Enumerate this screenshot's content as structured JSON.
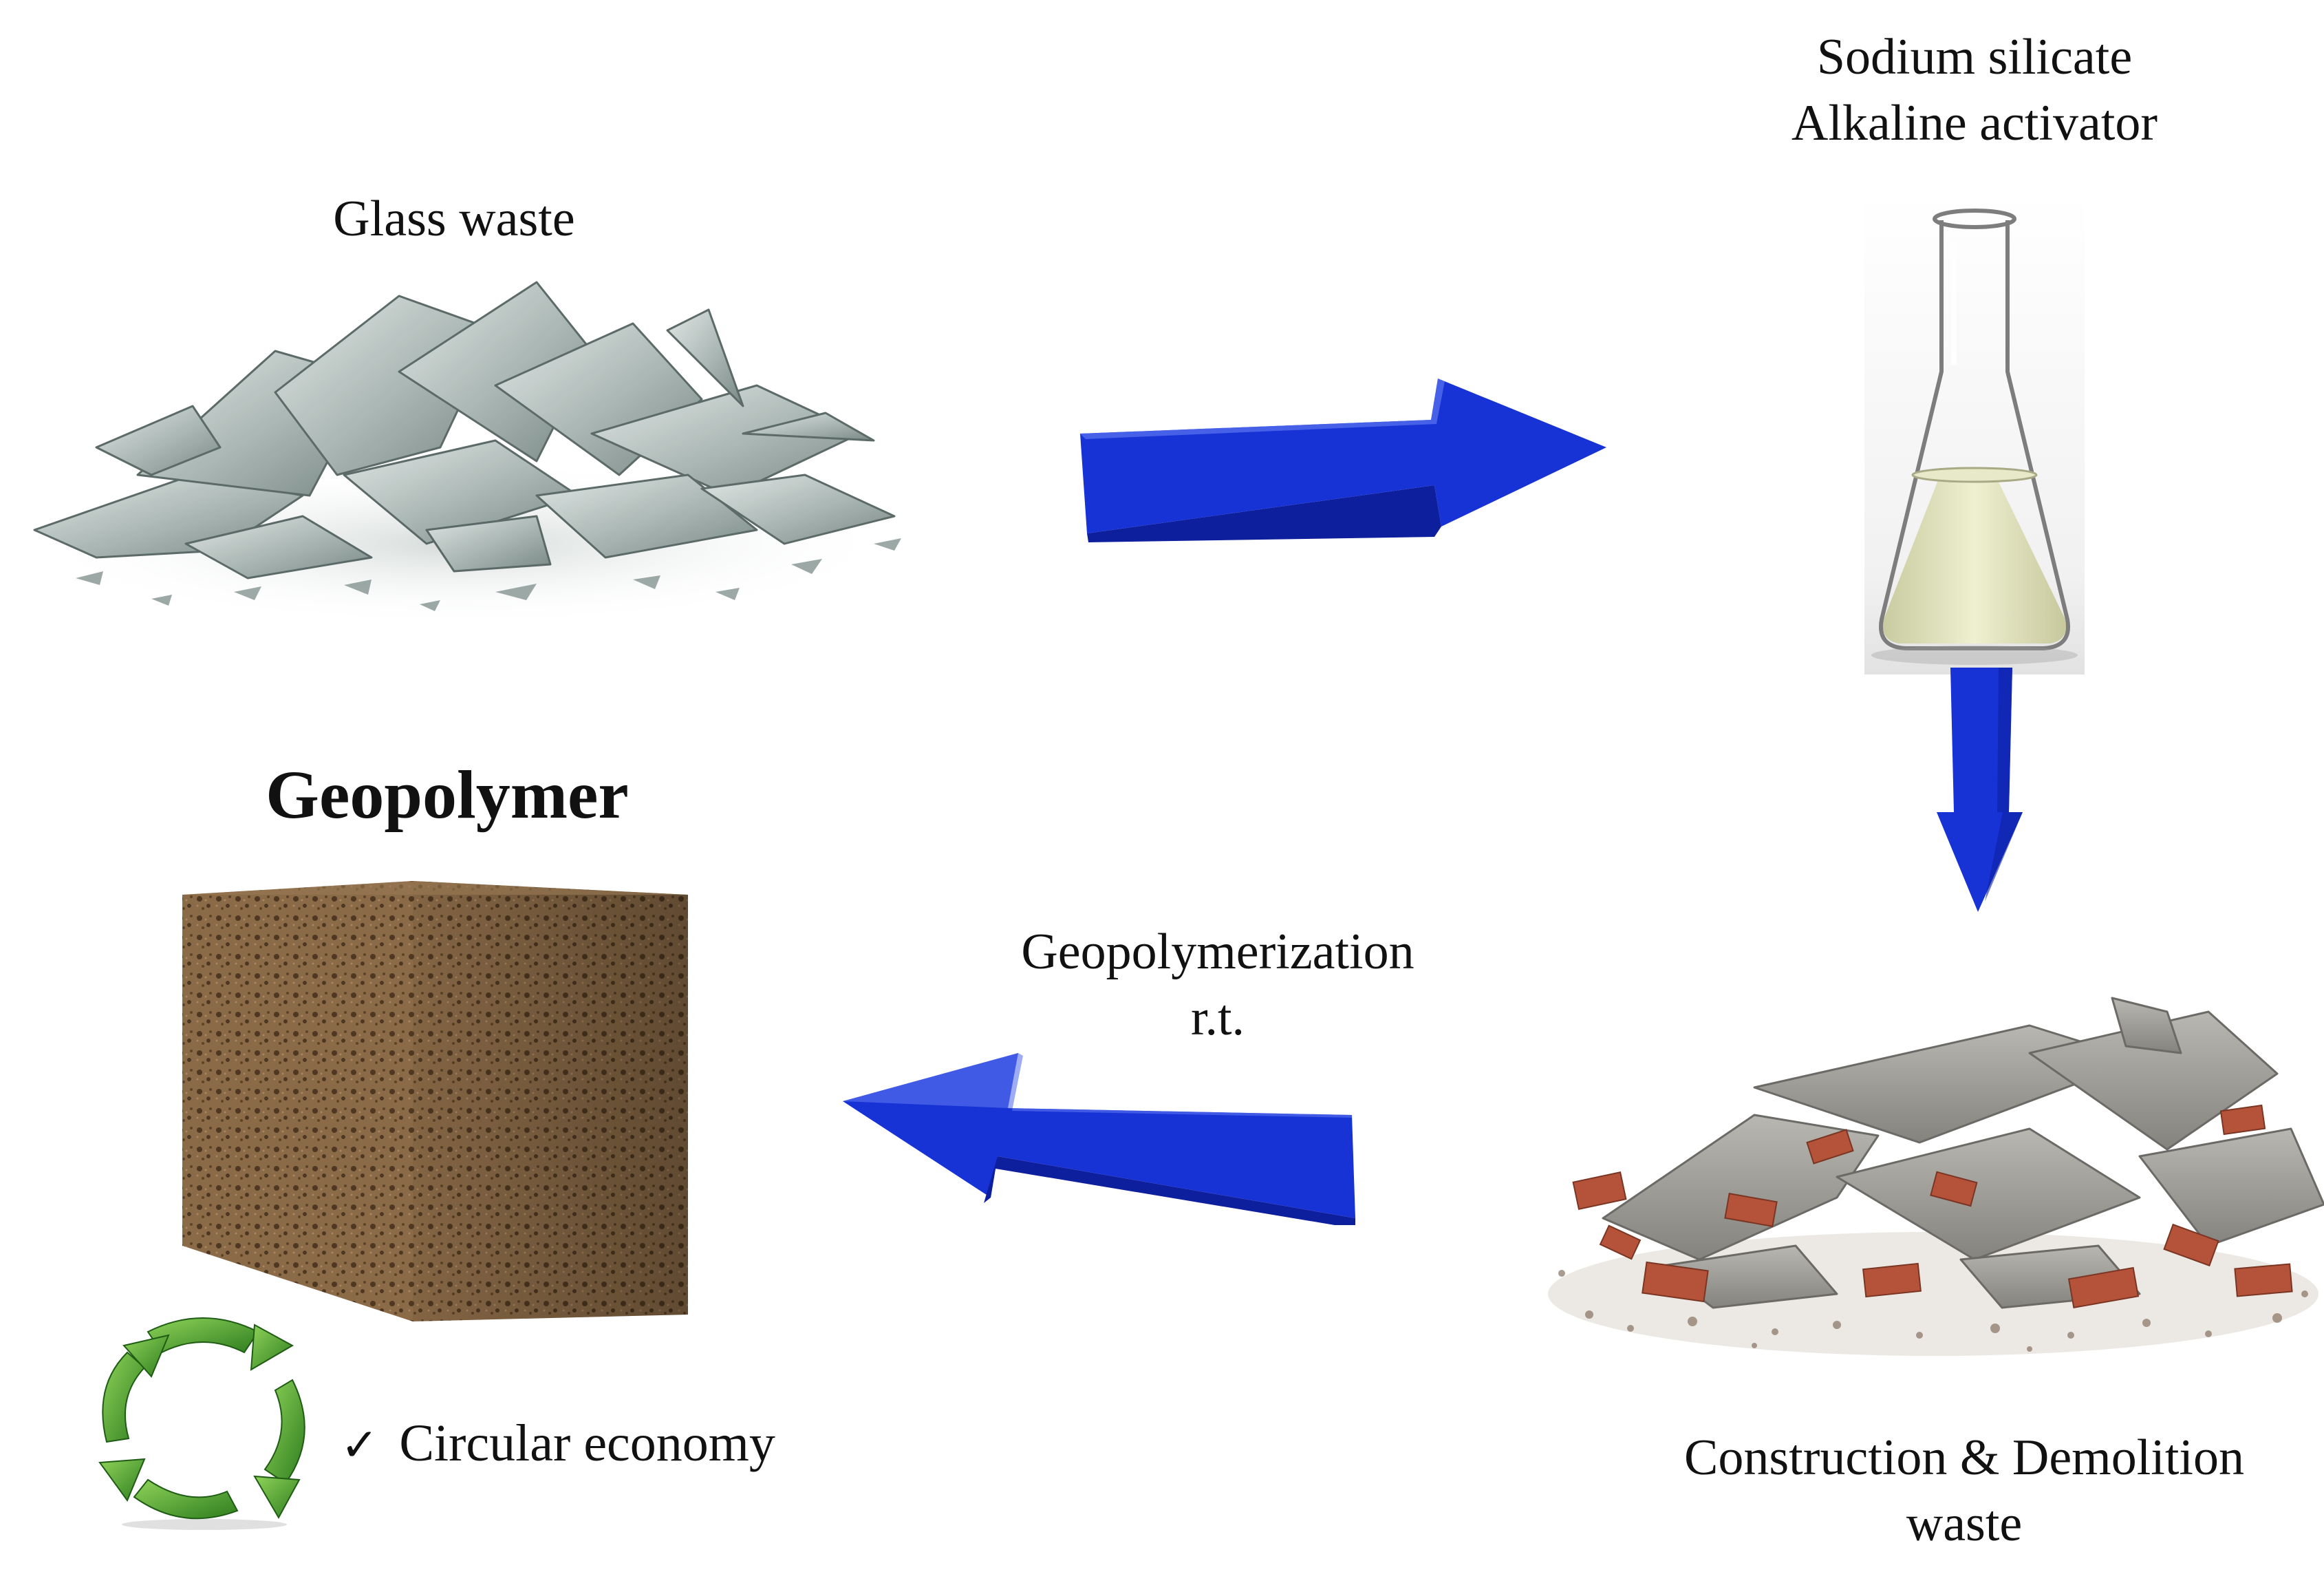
{
  "labels": {
    "glass_waste": "Glass waste",
    "activator_line1": "Sodium silicate",
    "activator_line2": "Alkaline activator",
    "geopolymer": "Geopolymer",
    "process_line1": "Geopolymerization",
    "process_line2": "r.t.",
    "cdw_line1": "Construction & Demolition",
    "cdw_line2": "waste",
    "circular_check": "✓",
    "circular_economy": "Circular economy"
  },
  "colors": {
    "arrow": "#1733d6",
    "arrow_dark": "#0e1f9e",
    "glass": "#9aa8a6",
    "liquid": "#e4e6c2",
    "foam": "#8a6a47",
    "brick": "#b5533a",
    "concrete": "#9a9994",
    "leaf": "#4a9c2e"
  },
  "icons": {
    "glass": "glass-shards-icon",
    "flask": "erlenmeyer-flask-icon",
    "rubble": "demolition-rubble-icon",
    "cube": "geopolymer-cube-icon",
    "recycle": "recycle-leaves-icon"
  }
}
